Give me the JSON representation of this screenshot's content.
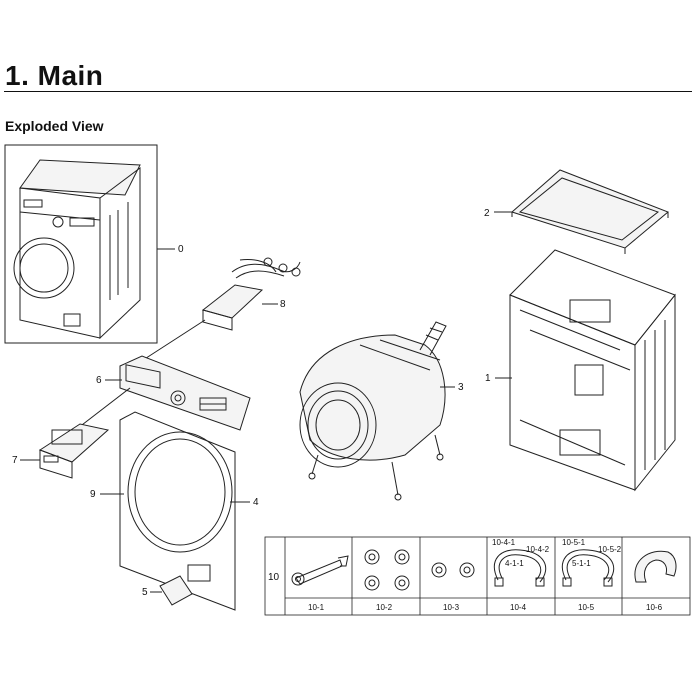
{
  "page": {
    "title": "1.  Main",
    "subtitle": "Exploded View"
  },
  "callouts": {
    "c0": "0",
    "c1": "1",
    "c2": "2",
    "c3": "3",
    "c4": "4",
    "c5": "5",
    "c6": "6",
    "c7": "7",
    "c8": "8",
    "c9": "9"
  },
  "accessory_table": {
    "row_label": "10",
    "columns": [
      "10-1",
      "10-2",
      "10-3",
      "10-4",
      "10-5",
      "10-6"
    ],
    "sub_labels": {
      "c4_a": "10-4-1",
      "c4_b": "10-4-2",
      "c4_c": "4-1-1",
      "c5_a": "10-5-1",
      "c5_b": "10-5-2",
      "c5_c": "5-1-1"
    }
  },
  "icons": [
    "washer-assembly-icon",
    "top-cover-icon",
    "cabinet-frame-icon",
    "tub-drum-icon",
    "control-panel-icon",
    "drawer-icon",
    "door-frame-icon",
    "wrench-icon",
    "cap-icon",
    "hose-icon",
    "bracket-icon"
  ]
}
